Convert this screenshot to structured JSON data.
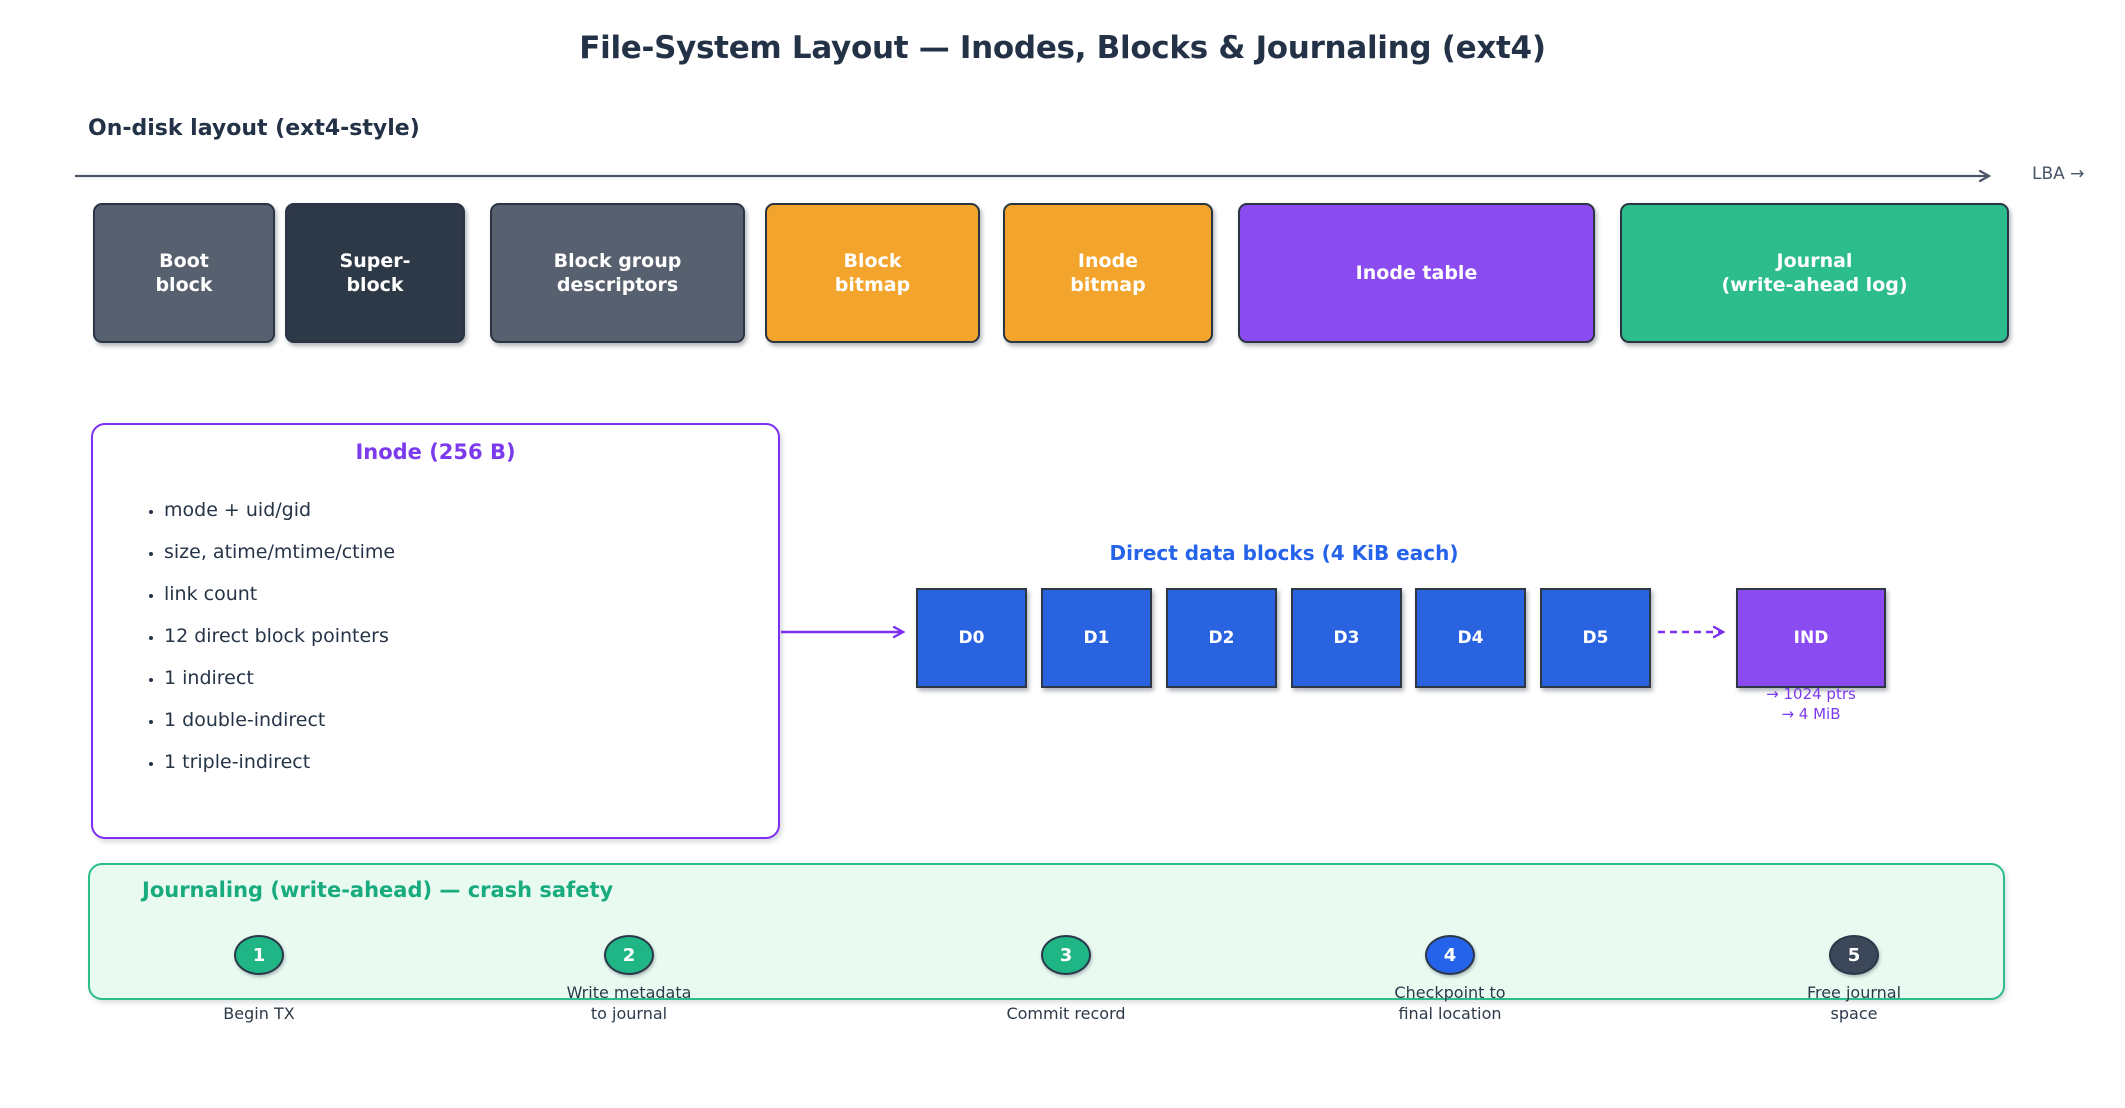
{
  "title": "File-System Layout — Inodes, Blocks & Journaling (ext4)",
  "disk": {
    "heading": "On-disk layout (ext4-style)",
    "axis_label": "LBA →",
    "blocks": [
      {
        "lines": [
          "Boot",
          "block"
        ],
        "color": "#57606e"
      },
      {
        "lines": [
          "Super-",
          "block"
        ],
        "color": "#2e3947"
      },
      {
        "lines": [
          "Block group",
          "descriptors"
        ],
        "color": "#57606e"
      },
      {
        "lines": [
          "Block",
          "bitmap"
        ],
        "color": "#f2a42c"
      },
      {
        "lines": [
          "Inode",
          "bitmap"
        ],
        "color": "#f2a42c"
      },
      {
        "lines": [
          "Inode table"
        ],
        "color": "#8a4cf0"
      },
      {
        "lines": [
          "Journal",
          "(write-ahead log)"
        ],
        "color": "#2dbd8d"
      }
    ]
  },
  "inode": {
    "title": "Inode (256 B)",
    "bullets": [
      "mode + uid/gid",
      "size, atime/mtime/ctime",
      "link count",
      "12 direct block pointers",
      "1 indirect",
      "1 double-indirect",
      "1 triple-indirect"
    ]
  },
  "direct": {
    "heading": "Direct data blocks (4 KiB each)",
    "blocks": [
      {
        "label": "D0",
        "color": "#2a63e0"
      },
      {
        "label": "D1",
        "color": "#2a63e0"
      },
      {
        "label": "D2",
        "color": "#2a63e0"
      },
      {
        "label": "D3",
        "color": "#2a63e0"
      },
      {
        "label": "D4",
        "color": "#2a63e0"
      },
      {
        "label": "D5",
        "color": "#2a63e0"
      }
    ],
    "indirect_block": {
      "label": "IND",
      "color": "#8a4cf0",
      "notes": [
        "→ 1024 ptrs",
        "→ 4 MiB"
      ]
    }
  },
  "journaling": {
    "title": "Journaling (write-ahead) — crash safety",
    "steps": [
      {
        "num": "1",
        "color": "#1fb585",
        "lines": [
          "Begin TX"
        ]
      },
      {
        "num": "2",
        "color": "#1fb585",
        "lines": [
          "Write metadata",
          "to journal"
        ]
      },
      {
        "num": "3",
        "color": "#1fb585",
        "lines": [
          "Commit record"
        ]
      },
      {
        "num": "4",
        "color": "#2563eb",
        "lines": [
          "Checkpoint to",
          "final location"
        ]
      },
      {
        "num": "5",
        "color": "#3c4759",
        "lines": [
          "Free journal",
          "space"
        ]
      }
    ]
  },
  "colors": {
    "ink": "#233246",
    "accent_blue": "#2563eb",
    "accent_purple": "#7c3aed",
    "inode_border_purple": "#7d2ff2",
    "accent_green": "#17ab7e",
    "journal_bg": "#e9faf1",
    "journal_border": "#2cbd8c",
    "arrow_slate": "#4a5568"
  }
}
